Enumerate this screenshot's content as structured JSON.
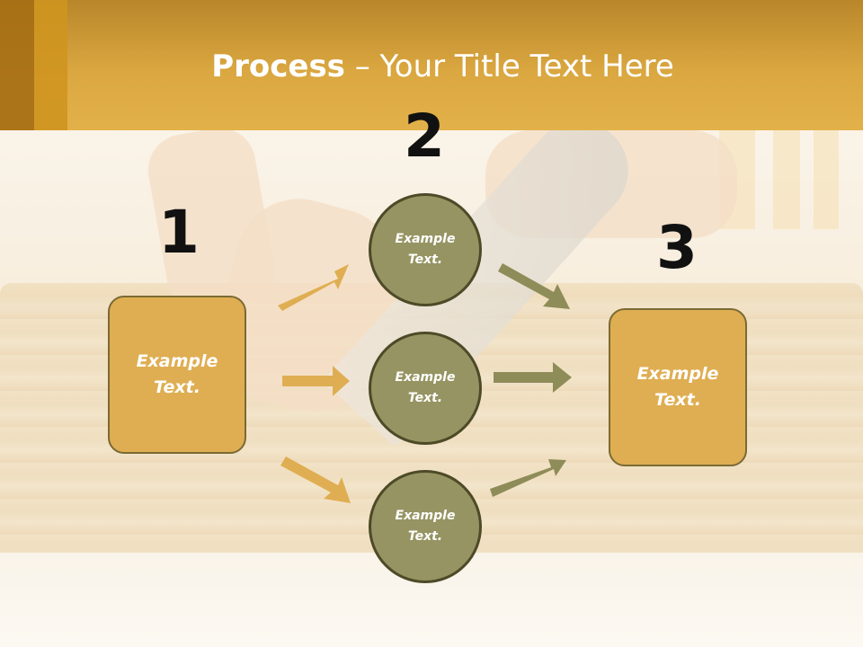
{
  "title": {
    "bold": "Process",
    "rest": " – Your Title Text Here"
  },
  "steps": {
    "one": {
      "number": "1",
      "text": "Example\nText."
    },
    "two": {
      "number": "2",
      "circles": [
        {
          "text": "Example\nText."
        },
        {
          "text": "Example\nText."
        },
        {
          "text": "Example\nText."
        }
      ]
    },
    "three": {
      "number": "3",
      "text": "Example\nText."
    }
  },
  "colors": {
    "header": "#daa740",
    "box_fill": "#dfae52",
    "circle_fill": "#969462",
    "arrow_gold": "#dfae52",
    "arrow_olive": "#8e8c58",
    "number_text": "#111111"
  }
}
